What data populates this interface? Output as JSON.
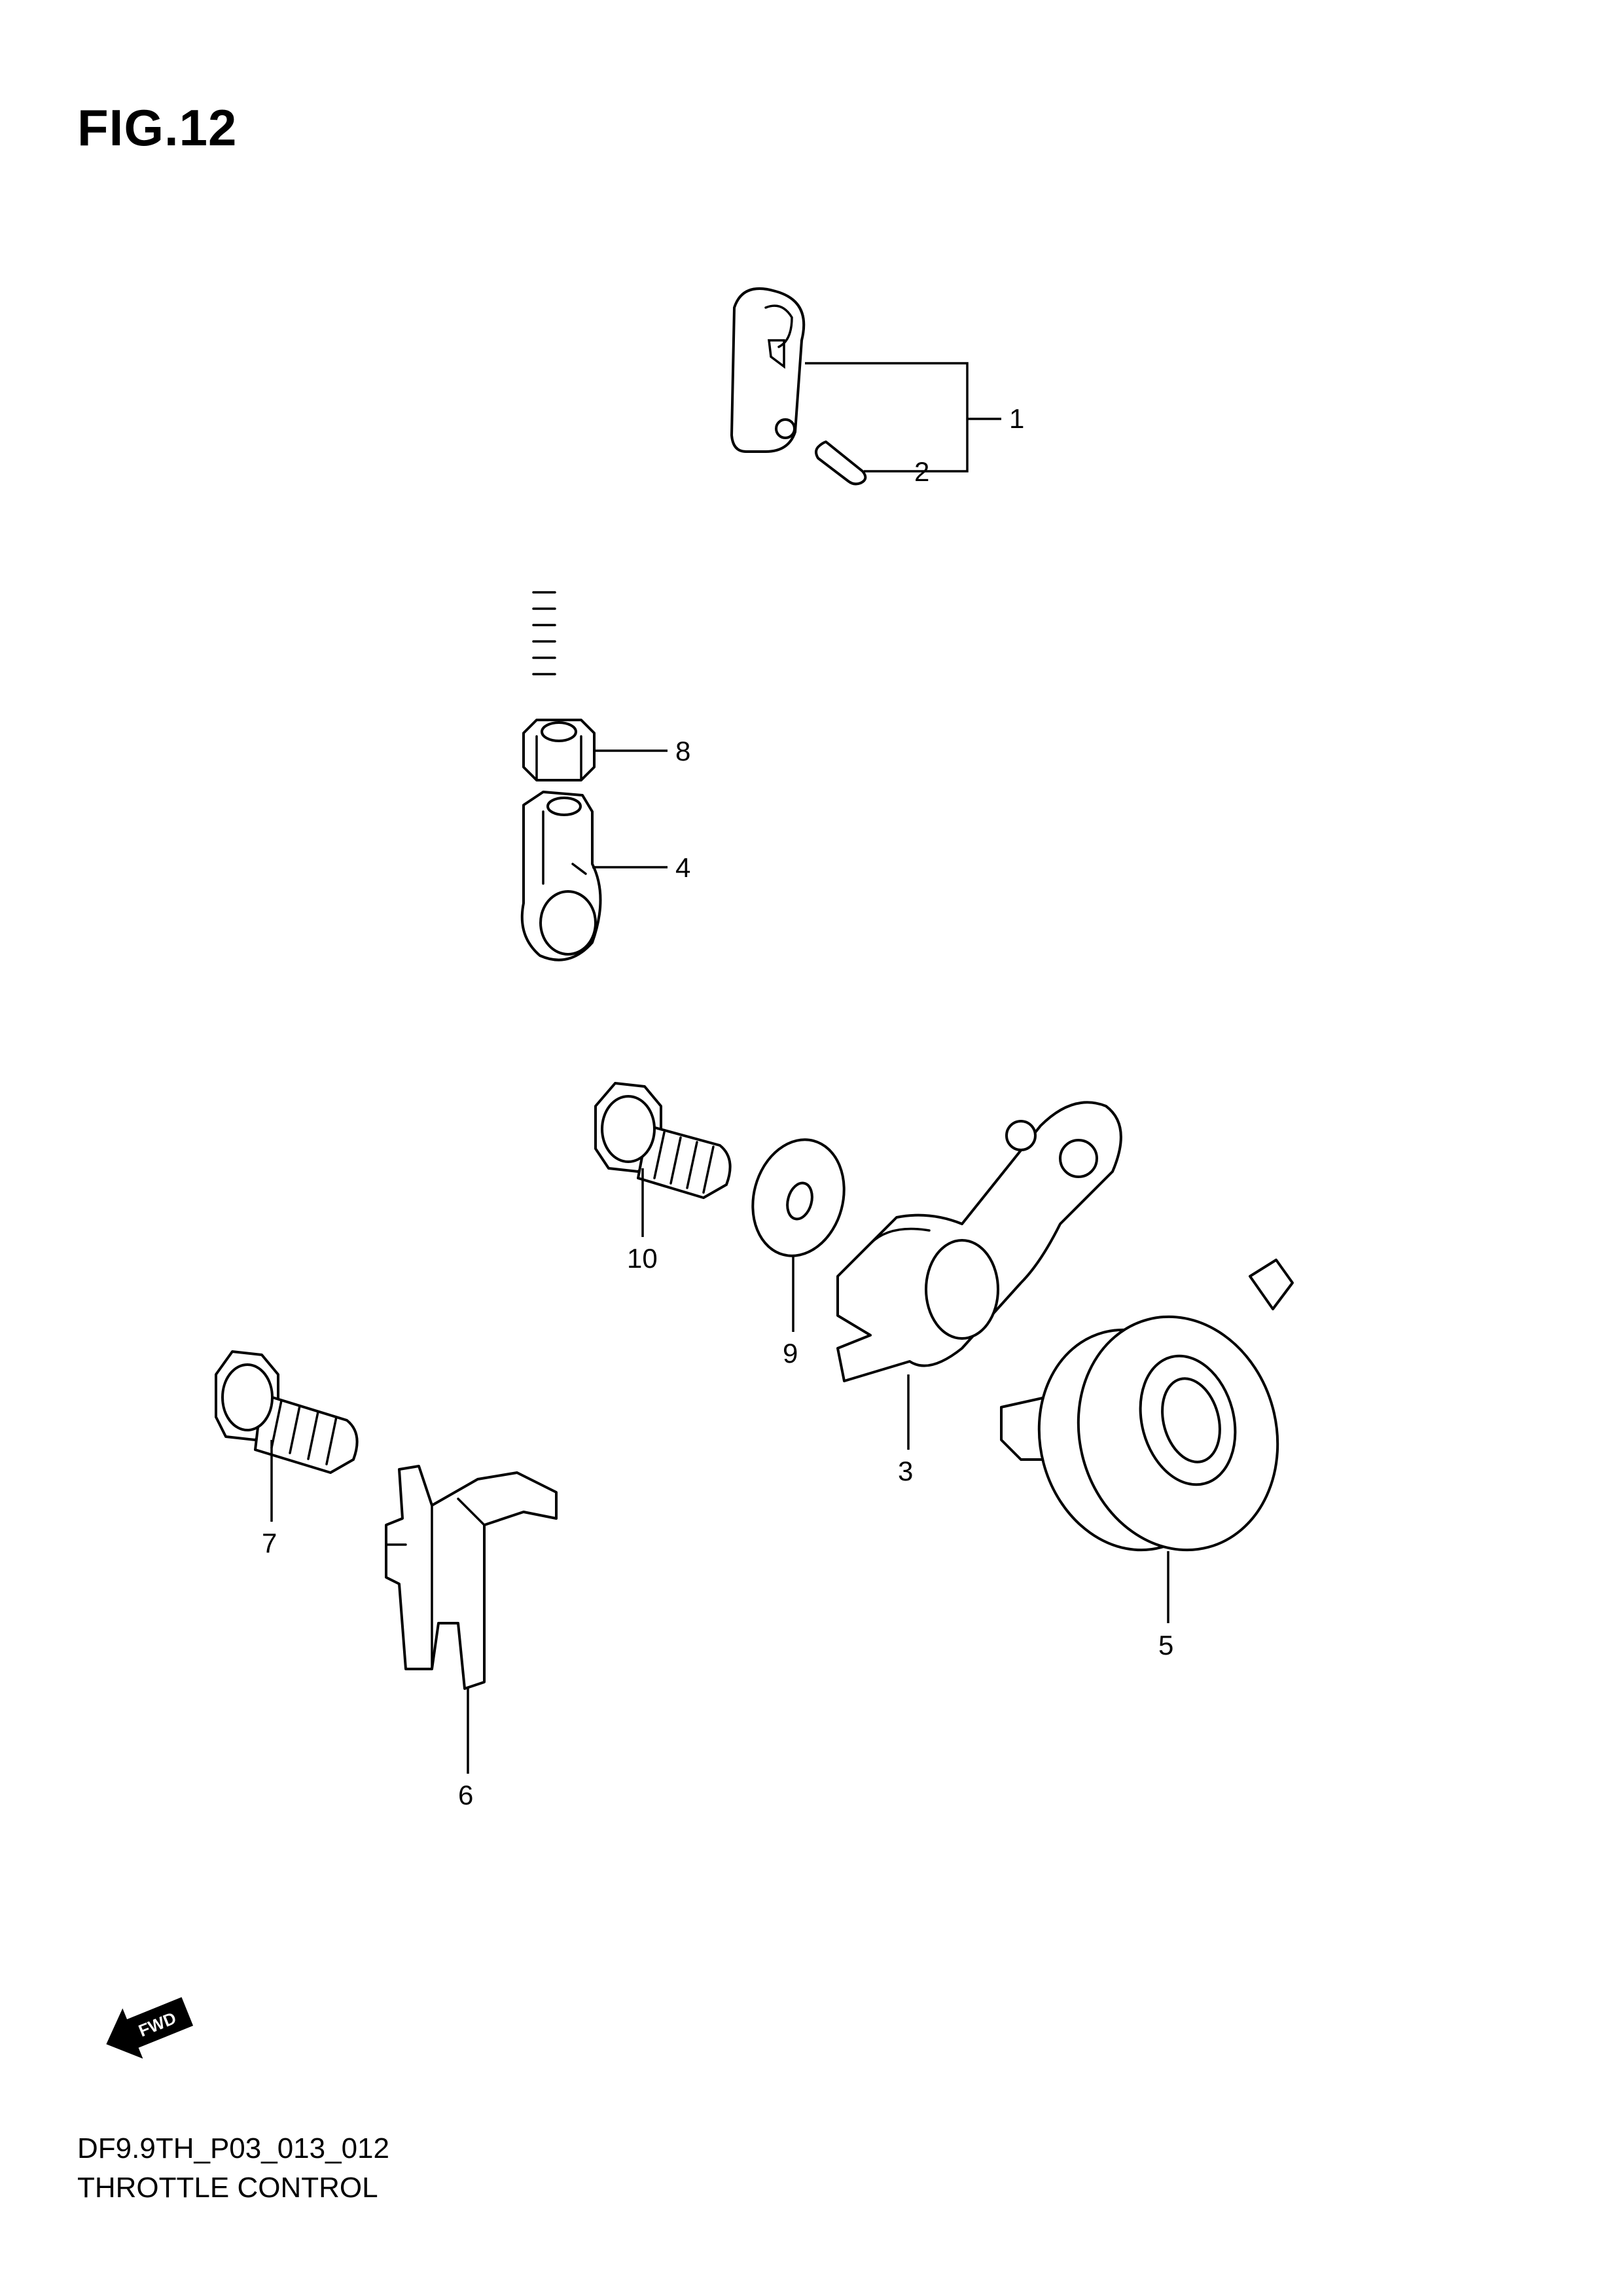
{
  "figure": {
    "title": "FIG.12"
  },
  "footer": {
    "code": "DF9.9TH_P03_013_012",
    "caption": "THROTTLE CONTROL"
  },
  "fwd_marker": {
    "label": "FWD"
  },
  "callouts": [
    "1",
    "2",
    "3",
    "4",
    "5",
    "6",
    "7",
    "8",
    "9",
    "10"
  ]
}
